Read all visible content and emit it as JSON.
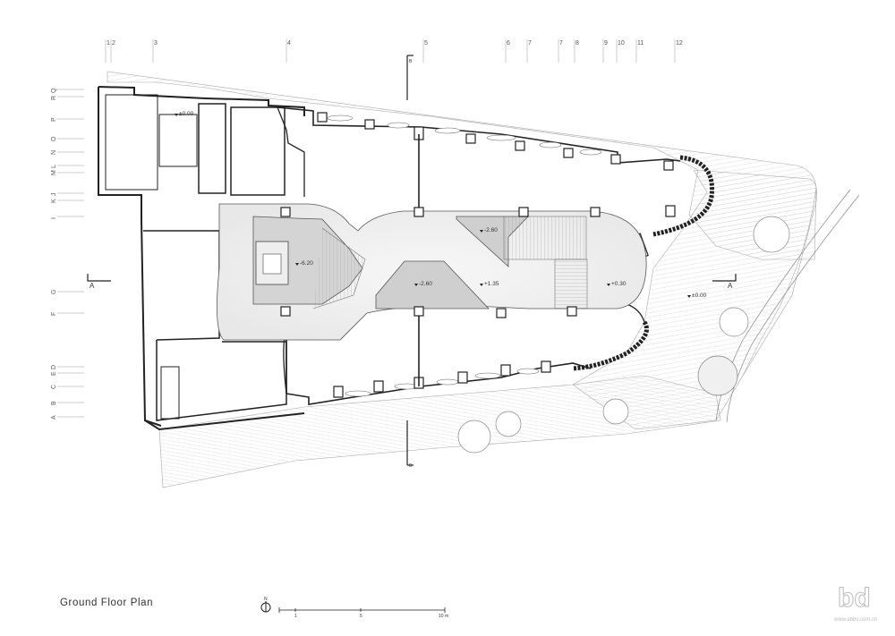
{
  "title": "Ground Floor Plan",
  "grid_top": [
    "1",
    "2",
    "3",
    "4",
    "5",
    "6",
    "7",
    "7",
    "8",
    "9",
    "10",
    "11",
    "12"
  ],
  "grid_left": [
    "Q",
    "R",
    "P",
    "O",
    "N",
    "L",
    "M",
    "J",
    "K",
    "I",
    "G",
    "F",
    "D",
    "E",
    "C",
    "B",
    "A"
  ],
  "levels": [
    "±0.00",
    "-6.20",
    "-2.60",
    "-2.60",
    "+1.35",
    "+0.30",
    "±0.00"
  ],
  "section_marks": [
    "A",
    "A",
    "B",
    "B"
  ],
  "scale_bar": {
    "labels": [
      "1",
      "5",
      "10 m"
    ]
  },
  "north_label": "N",
  "watermark": {
    "main": "bd",
    "sub": "www.abbs.com.cn"
  },
  "colors": {
    "line": "#333333",
    "fill_gray": "#d7d7d7",
    "light_gray": "#eeeeee"
  }
}
